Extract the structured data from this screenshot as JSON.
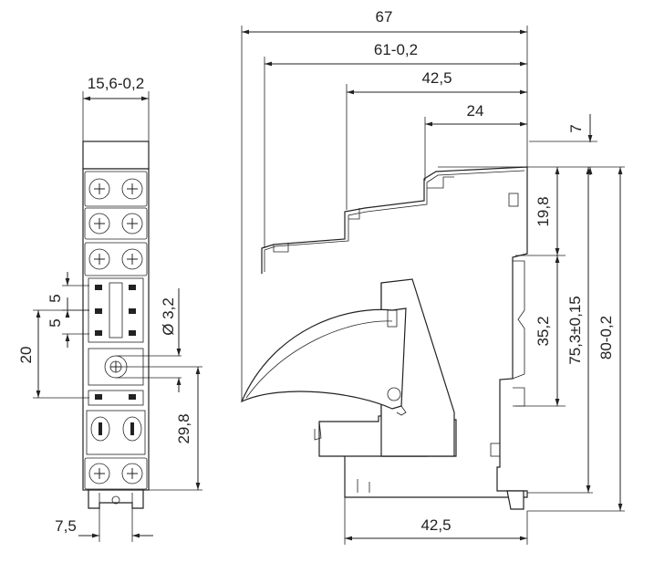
{
  "front_view": {
    "width_label": "15,6-0,2",
    "pitch_label_a": "5",
    "pitch_label_b": "5",
    "hole_label": "Ø 3,2",
    "height_label_left": "20",
    "height_label_right": "29,8",
    "bottom_label": "7,5"
  },
  "side_view": {
    "total_width_label": "67",
    "width_61_label": "61-0,2",
    "width_42_top_label": "42,5",
    "width_24_label": "24",
    "top_offset_label": "7",
    "upper_height_label": "19,8",
    "mid_height_label": "35,2",
    "rail_height_label": "75,3±0,15",
    "overall_height_label": "80-0,2",
    "width_42_bottom_label": "42,5"
  }
}
